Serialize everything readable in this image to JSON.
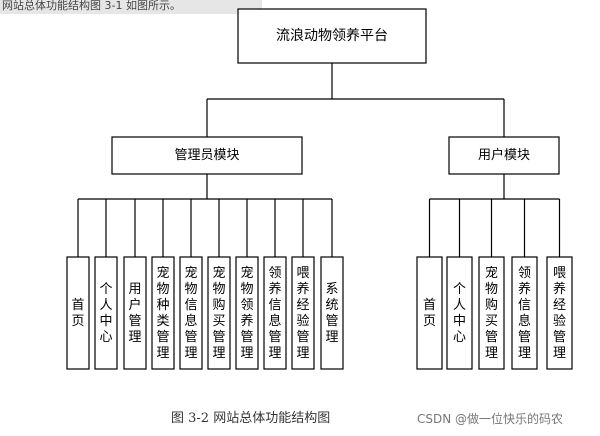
{
  "top_strip_text": "网站总体功能结构图 3-1 如图所示。",
  "root": {
    "label": "流浪动物领养平台"
  },
  "modules": [
    {
      "label": "管理员模块",
      "items": [
        "首页",
        "个人中心",
        "用户管理",
        "宠物种类管理",
        "宠物信息管理",
        "宠物购买管理",
        "宠物领养管理",
        "领养信息管理",
        "喂养经验管理",
        "系统管理"
      ]
    },
    {
      "label": "用户模块",
      "items": [
        "首页",
        "个人中心",
        "宠物购买管理",
        "领养信息管理",
        "喂养经验管理"
      ]
    }
  ],
  "caption": "图 3-2 网站总体功能结构图",
  "watermark": "CSDN @做一位快乐的码农"
}
